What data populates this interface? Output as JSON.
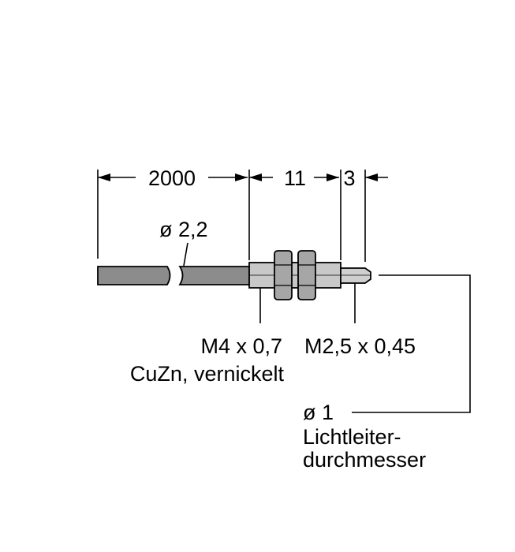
{
  "dimensions": {
    "cable_length": "2000",
    "body_length": "11",
    "tip_length": "3"
  },
  "labels": {
    "cable_diameter": "ø 2,2",
    "thread_main": "M4 x 0,7",
    "material": "CuZn, vernickelt",
    "thread_tip": "M2,5 x 0,45",
    "fiber_diameter": "ø 1",
    "fiber_label_line1": "Lichtleiter-",
    "fiber_label_line2": "durchmesser"
  },
  "colors": {
    "cable": "#8c8c8c",
    "body": "#c8c8c8",
    "nut": "#a6a6a6",
    "tip": "#cfcfcf",
    "line": "#000000"
  }
}
